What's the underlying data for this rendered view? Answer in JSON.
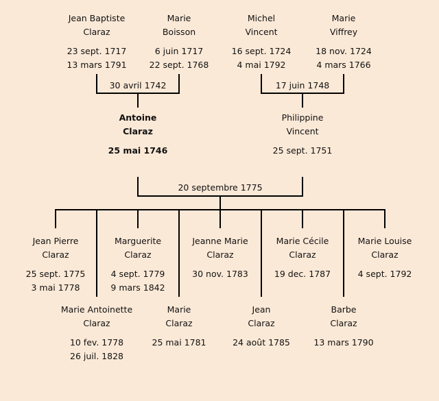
{
  "grandparents": [
    {
      "first": "Jean Baptiste",
      "last": "Claraz",
      "birth": "23 sept. 1717",
      "death": "13 mars 1791"
    },
    {
      "first": "Marie",
      "last": "Boisson",
      "birth": "6 juin 1717",
      "death": "22 sept. 1768"
    },
    {
      "first": "Michel",
      "last": "Vincent",
      "birth": "16 sept. 1724",
      "death": "4 mai 1792"
    },
    {
      "first": "Marie",
      "last": "Viffrey",
      "birth": "18 nov. 1724",
      "death": "4 mars 1766"
    }
  ],
  "grandparent_marriages": [
    "30 avril 1742",
    "17 juin 1748"
  ],
  "parents": [
    {
      "first": "Antoine",
      "last": "Claraz",
      "birth": "25 mai 1746",
      "bold": true
    },
    {
      "first": "Philippine",
      "last": "Vincent",
      "birth": "25 sept. 1751",
      "bold": false
    }
  ],
  "parent_marriage": "20 septembre 1775",
  "children": [
    {
      "first": "Jean Pierre",
      "last": "Claraz",
      "birth": "25 sept. 1775",
      "death": "3 mai 1778"
    },
    {
      "first": "Marie Antoinette",
      "last": "Claraz",
      "birth": "10 fev. 1778",
      "death": "26 juil. 1828"
    },
    {
      "first": "Marguerite",
      "last": "Claraz",
      "birth": "4 sept. 1779",
      "death": "9 mars 1842"
    },
    {
      "first": "Marie",
      "last": "Claraz",
      "birth": "25 mai 1781"
    },
    {
      "first": "Jeanne Marie",
      "last": "Claraz",
      "birth": "30 nov. 1783"
    },
    {
      "first": "Jean",
      "last": "Claraz",
      "birth": "24 août 1785"
    },
    {
      "first": "Marie Cécile",
      "last": "Claraz",
      "birth": "19 dec. 1787"
    },
    {
      "first": "Barbe",
      "last": "Claraz",
      "birth": "13 mars 1790"
    },
    {
      "first": "Marie Louise",
      "last": "Claraz",
      "birth": "4 sept. 1792"
    }
  ]
}
